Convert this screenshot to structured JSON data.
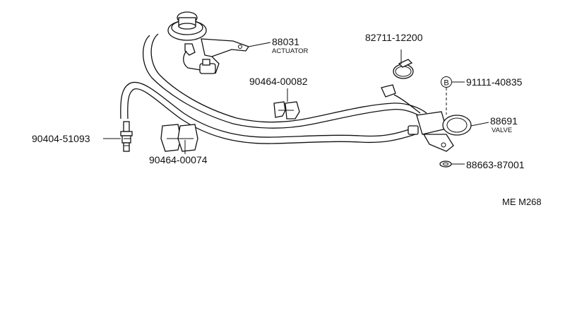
{
  "diagram": {
    "callouts": {
      "actuator": {
        "part_no": "88031",
        "name": "ACTUATOR"
      },
      "clamp": {
        "part_no": "82711-12200"
      },
      "bolt": {
        "marker": "B",
        "part_no": "91111-40835"
      },
      "valve": {
        "part_no": "88691",
        "name": "VALVE"
      },
      "gasket": {
        "part_no": "88663-87001"
      },
      "clip_upper": {
        "part_no": "90464-00082"
      },
      "clip_lower": {
        "part_no": "90464-00074"
      },
      "union": {
        "part_no": "90404-51093"
      }
    },
    "figure_code": "ME M268"
  }
}
